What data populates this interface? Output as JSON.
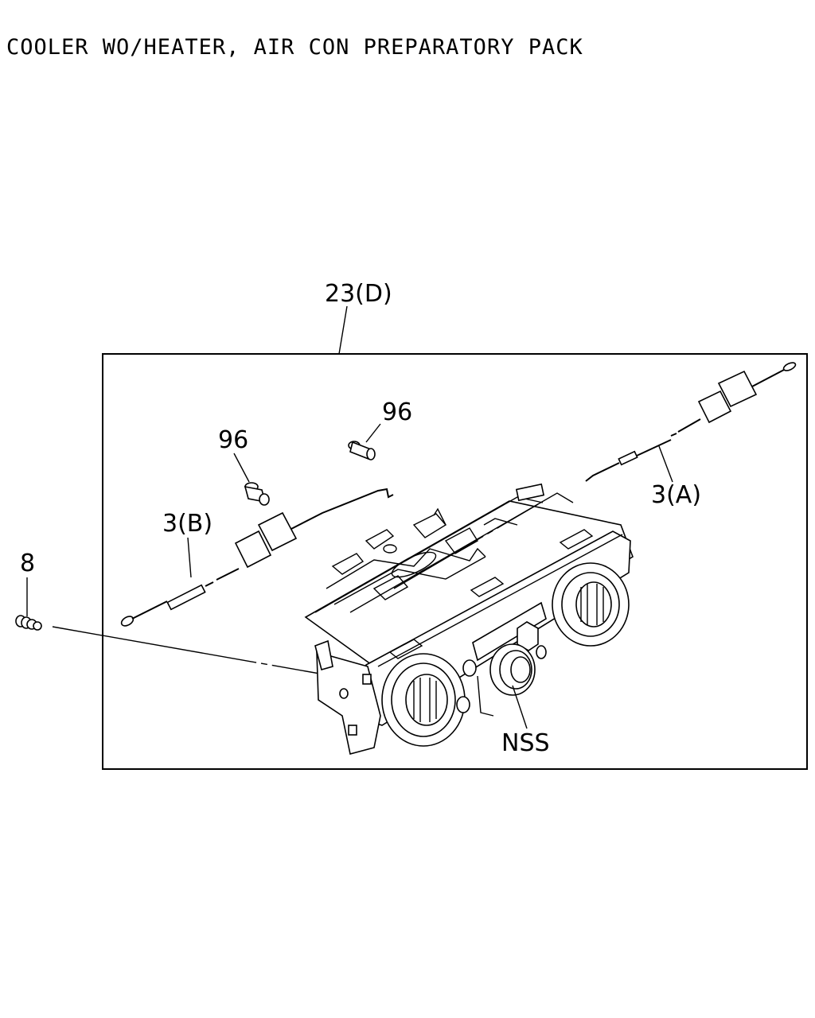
{
  "title": "COOLER WO/HEATER, AIR CON PREPARATORY PACK",
  "callouts": {
    "assembly": "23(D)",
    "clip_upper": "96",
    "clip_lower": "96",
    "cable_a": "3(A)",
    "cable_b": "3(B)",
    "screw": "8",
    "knob": "NSS"
  }
}
